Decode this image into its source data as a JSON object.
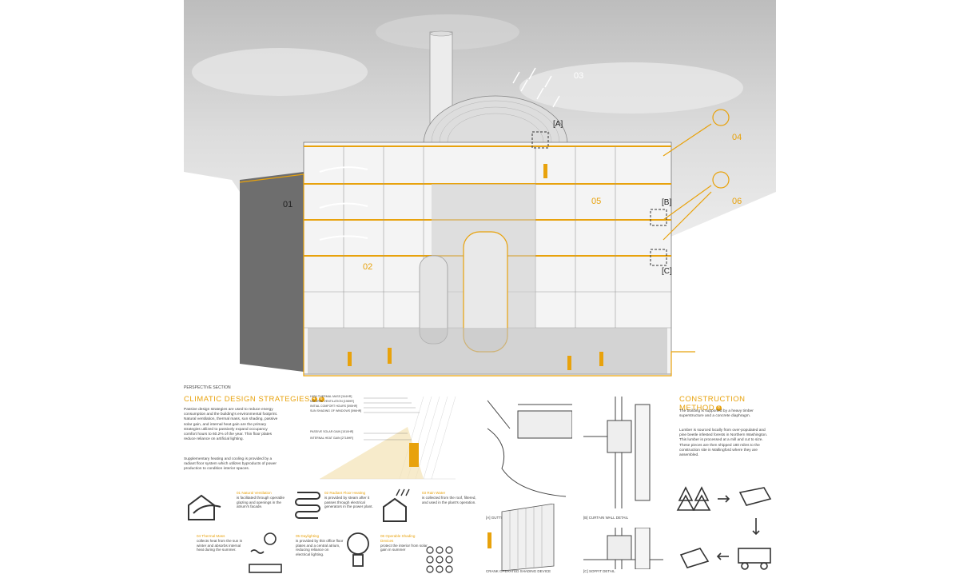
{
  "section": {
    "title": "PERSPECTIVE SECTION",
    "callouts": [
      "01",
      "02",
      "03",
      "04",
      "05",
      "06"
    ],
    "details": [
      "[A]",
      "[B]",
      "[C]"
    ]
  },
  "climatic": {
    "heading": "CLIMATIC DESIGN STRATEGIES",
    "badges": [
      "4",
      "6"
    ],
    "para1": "Passive design strategies are used to reduce energy consumption and the building's environmental footprint. Natural ventilation, thermal mass, sun shading, passive solar gain, and internal heat gain are the primary strategies utilized to passively expand occupancy comfort hours to 60.2% of the year. Thin floor plates reduce reliance on artificial lighting.",
    "para2": "Supplementary heating and cooling is provided by a radiant floor system which utilizes byproducts of power production to condition interior spaces.",
    "chart_labels": [
      "HIGH THERMAL MASS [344HR]",
      "NATURAL VENTILATION [198HR]",
      "INITIAL COMFORT HOURS [595HR]",
      "SUN SHADING OF WINDOWS [596HR]",
      "PASSIVE SOLAR GAIN [1510HR]",
      "INTERNAL HEAT GAIN [2718HR]"
    ]
  },
  "strategies": [
    {
      "title": "01 Natural Ventilation",
      "text": "is facilitated through operable glazing and openings in the atrium's facade."
    },
    {
      "title": "02 Radiant Floor Heating",
      "text": "is provided by steam after it passes through electrical generators in the power plant."
    },
    {
      "title": "03 Rain Water",
      "text": "is collected from the roof, filtered, and used in the plant's operation."
    },
    {
      "title": "04 Thermal Mass",
      "text": "collects heat from the sun in winter and absorbs internal heat during the summer."
    },
    {
      "title": "05 Daylighting",
      "text": "is provided by thin office floor plates and a central atrium, reducing reliance on electrical lighting."
    },
    {
      "title": "06 Operable Shading Devices",
      "text": "protect the interior from solar gain in summer"
    }
  ],
  "details": {
    "a": "[A] GUTTER DETAIL",
    "b": "[B] CURTAIN WALL DETAIL",
    "c": "[C] SOFFIT DETAIL",
    "crank": "CRANK OPERATED SHADING DEVICE"
  },
  "construction": {
    "heading": "CONSTRUCTION METHOD",
    "badge": "8",
    "para1": "The building is supported by a heavy timber superstructure and a concrete diaphragm.",
    "para2": "Lumber is sourced locally from over-populated and pine beetle infested forests in Northern Washington. This lumber is processed at a mill and cut to size. These pieces are then shipped 180 miles to the construction site in Wallingford where they are assembled."
  },
  "colors": {
    "accent": "#e8a20c",
    "sky": "#cfcfcf",
    "line": "#555555"
  }
}
